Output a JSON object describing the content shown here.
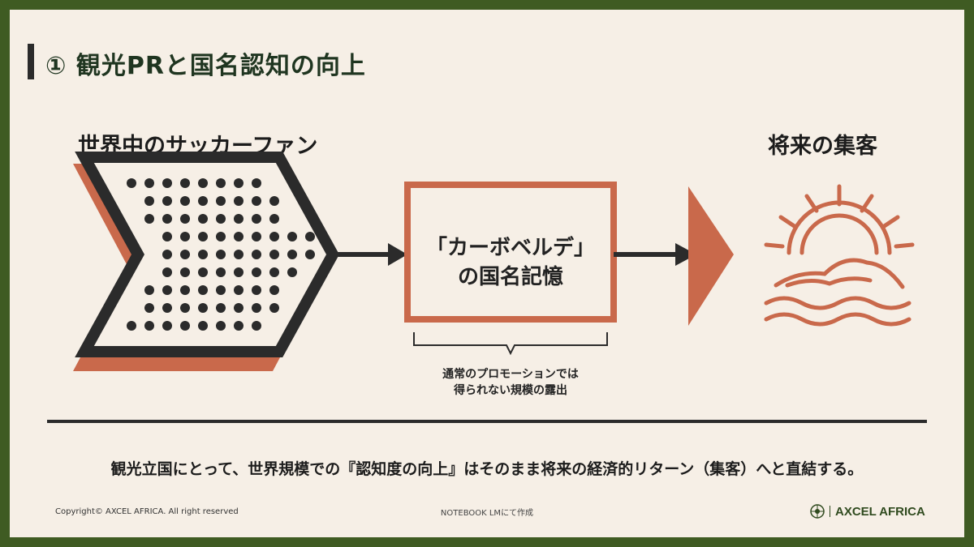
{
  "title": "①  観光PRと国名認知の向上",
  "left_label": "世界中のサッカーファン",
  "right_label": "将来の集客",
  "box": {
    "line1": "「カーボベルデ」",
    "line2": "の国名記憶"
  },
  "brace_note": {
    "line1": "通常のプロモーションでは",
    "line2": "得られない規模の露出"
  },
  "conclusion": "観光立国にとって、世界規模での『認知度の向上』はそのまま将来の経済的リターン（集客）へと直結する。",
  "footer": {
    "copyright": "Copyright©  AXCEL AFRICA. All right reserved",
    "made_with": "NOTEBOOK LMにて作成",
    "brand": "AXCEL AFRICA"
  },
  "colors": {
    "accent": "#c9694b",
    "dark": "#2b2b2b",
    "frame": "#3f5b22",
    "background": "#f6efe6"
  },
  "icons": [
    "crowd-dots-chevron-icon",
    "arrow-right-icon",
    "triangle-arrow-icon",
    "sunrise-over-island-icon",
    "brand-logo-icon"
  ]
}
